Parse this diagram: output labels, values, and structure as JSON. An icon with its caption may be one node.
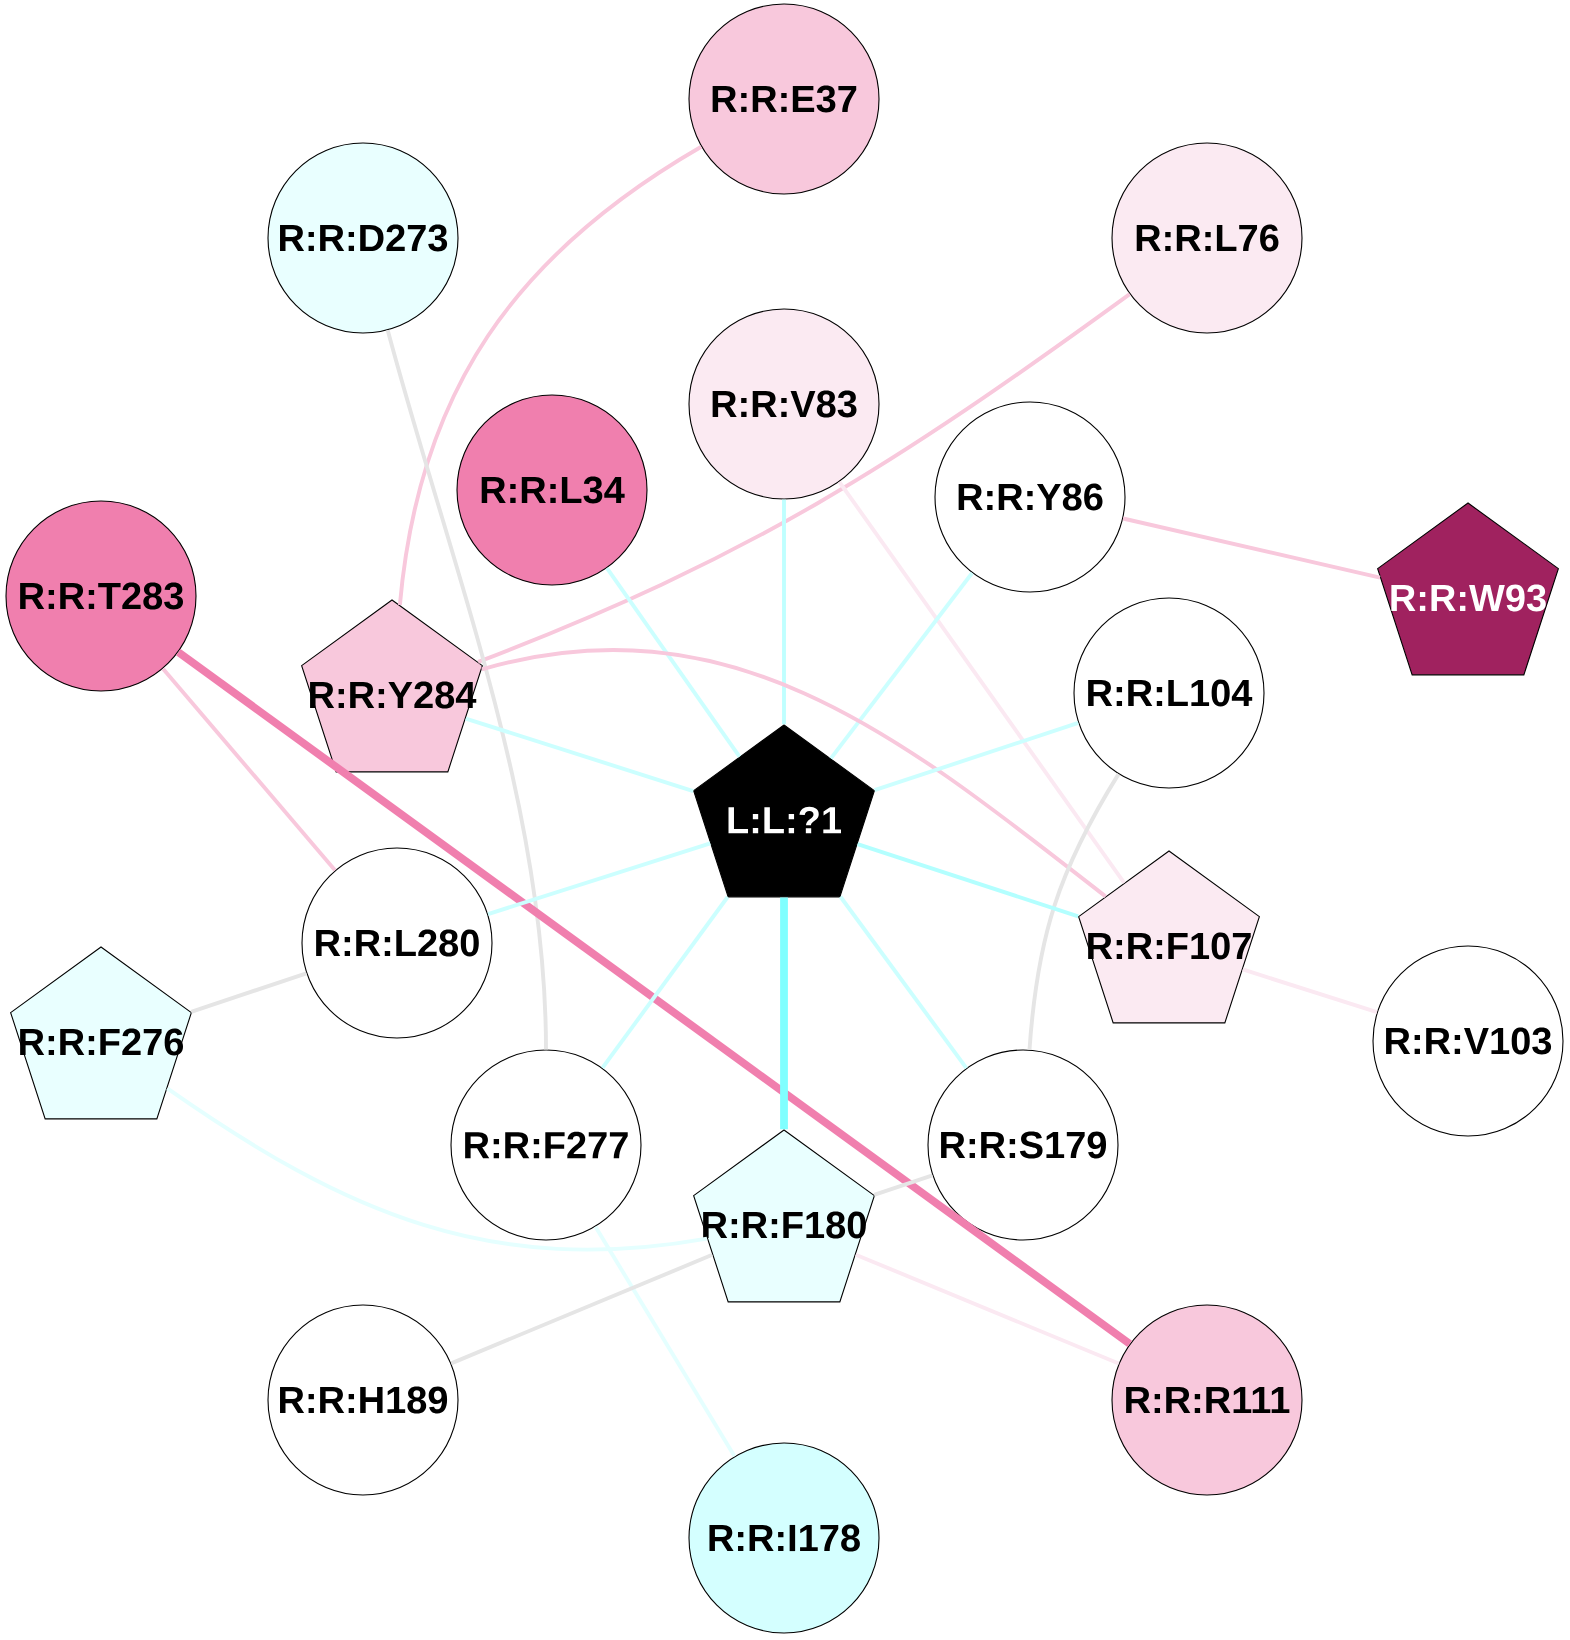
{
  "diagram": {
    "nodes": [
      {
        "text": [
          "R:R:E37"
        ]
      },
      {
        "text": [
          "R:R:D273"
        ]
      },
      {
        "text": [
          "R:R:L76"
        ]
      },
      {
        "text": [
          "R:R:V83"
        ]
      },
      {
        "text": [
          "R:R:L34"
        ]
      },
      {
        "text": [
          "R:R:Y86"
        ]
      },
      {
        "text": [
          "R:R:T283"
        ]
      },
      {
        "text": [
          "R:R:W93"
        ]
      },
      {
        "text": [
          "R:R:Y284"
        ]
      },
      {
        "text": [
          "R:R:L104"
        ]
      },
      {
        "text": [
          "L:L:?1"
        ]
      },
      {
        "text": [
          "R:R:L280"
        ]
      },
      {
        "text": [
          "R:R:F107"
        ]
      },
      {
        "text": [
          "R:R:F276"
        ]
      },
      {
        "text": [
          "R:R:V103"
        ]
      },
      {
        "text": [
          "R:R:F277"
        ]
      },
      {
        "text": [
          "R:R:S179"
        ]
      },
      {
        "text": [
          "R:R:F180"
        ]
      },
      {
        "text": [
          "R:R:H189"
        ]
      },
      {
        "text": [
          "R:R:R111"
        ]
      },
      {
        "text": [
          "R:R:I178"
        ]
      }
    ],
    "edges": [
      {
        "from": 0,
        "to": 8,
        "arrow": "none",
        "color": "#f8c8dc"
      },
      {
        "from": 2,
        "to": 8,
        "arrow": "none",
        "color": "#f8c8dc"
      },
      {
        "from": 1,
        "to": 15,
        "arrow": "none",
        "color": "#e5e5e5"
      },
      {
        "from": 4,
        "to": 10,
        "arrow": "none",
        "color": "#ccffff"
      },
      {
        "from": 3,
        "to": 10,
        "arrow": "none",
        "color": "#bfffff"
      },
      {
        "from": 3,
        "to": 12,
        "arrow": "none",
        "color": "#fbe9f2"
      },
      {
        "from": 5,
        "to": 10,
        "arrow": "none",
        "color": "#ccffff"
      },
      {
        "from": 5,
        "to": 7,
        "arrow": "none",
        "color": "#f8c8dc"
      },
      {
        "from": 6,
        "to": 11,
        "arrow": "none",
        "color": "#f8c8dc"
      },
      {
        "from": 6,
        "to": 19,
        "arrow": "none",
        "style": "thick",
        "color": "#f07fae"
      },
      {
        "from": 8,
        "to": 10,
        "arrow": "none",
        "color": "#ccffff"
      },
      {
        "from": 8,
        "to": 12,
        "arrow": "none",
        "color": "#f8c8dc"
      },
      {
        "from": 9,
        "to": 10,
        "arrow": "none",
        "color": "#ccffff"
      },
      {
        "from": 9,
        "to": 16,
        "arrow": "none",
        "color": "#e5e5e5"
      },
      {
        "from": 10,
        "to": 11,
        "arrow": "none",
        "color": "#ccffff"
      },
      {
        "from": 11,
        "to": 13,
        "arrow": "none",
        "color": "#e5e5e5"
      },
      {
        "from": 10,
        "to": 12,
        "arrow": "none",
        "color": "#b3ffff"
      },
      {
        "from": 10,
        "to": 15,
        "arrow": "none",
        "color": "#ccffff"
      },
      {
        "from": 10,
        "to": 16,
        "arrow": "none",
        "color": "#ccffff"
      },
      {
        "from": 10,
        "to": 17,
        "arrow": "none",
        "style": "thick",
        "color": "#80ffff"
      },
      {
        "from": 12,
        "to": 14,
        "arrow": "none",
        "color": "#fbe9f2"
      },
      {
        "from": 13,
        "to": 17,
        "arrow": "none",
        "color": "#e5ffff"
      },
      {
        "from": 15,
        "to": 20,
        "arrow": "none",
        "color": "#e5ffff"
      },
      {
        "from": 17,
        "to": 16,
        "arrow": "none",
        "color": "#e5e5e5"
      },
      {
        "from": 17,
        "to": 18,
        "arrow": "none",
        "color": "#e5e5e5"
      },
      {
        "from": 17,
        "to": 19,
        "arrow": "none",
        "color": "#fbe9f2"
      }
    ]
  }
}
